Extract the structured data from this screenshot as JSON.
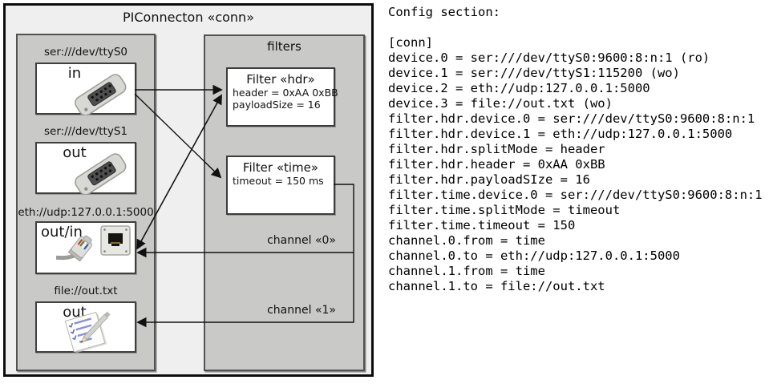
{
  "diagram": {
    "title": "PIConnecton «conn»",
    "devices": [
      {
        "uri": "ser:///dev/ttyS0",
        "port": "in",
        "icon": "serial-port-icon"
      },
      {
        "uri": "ser:///dev/ttyS1",
        "port": "out",
        "icon": "serial-port-icon"
      },
      {
        "uri": "eth://udp:127.0.0.1:5000",
        "port": "out/in",
        "icon": "ethernet-port-icon"
      },
      {
        "uri": "file://out.txt",
        "port": "out",
        "icon": "notepad-icon"
      }
    ],
    "filters_panel_label": "filters",
    "filters": [
      {
        "title": "Filter «hdr»",
        "attrs": [
          "header = 0xAA 0xBB",
          "payloadSize = 16"
        ]
      },
      {
        "title": "Filter «time»",
        "attrs": [
          "timeout = 150 ms"
        ]
      }
    ],
    "channels": [
      {
        "label": "channel «0»"
      },
      {
        "label": "channel «1»"
      }
    ]
  },
  "config": {
    "heading": "Config section:",
    "lines": [
      "[conn]",
      "device.0 = ser:///dev/ttyS0:9600:8:n:1 (ro)",
      "device.1 = ser:///dev/ttyS1:115200 (wo)",
      "device.2 = eth://udp:127.0.0.1:5000",
      "device.3 = file://out.txt (wo)",
      "filter.hdr.device.0 = ser:///dev/ttyS0:9600:8:n:1",
      "filter.hdr.device.1 = eth://udp:127.0.0.1:5000",
      "filter.hdr.splitMode = header",
      "filter.hdr.header = 0xAA 0xBB",
      "filter.hdr.payloadSIze = 16",
      "filter.time.device.0 = ser:///dev/ttyS0:9600:8:n:1",
      "filter.time.splitMode = timeout",
      "filter.time.timeout = 150",
      "channel.0.from = time",
      "channel.0.to = eth://udp:127.0.0.1:5000",
      "channel.1.from = time",
      "channel.1.to = file://out.txt"
    ]
  },
  "colors": {
    "diagram_bg": "#eeefee",
    "panel_bg": "#c9cac8",
    "box_bg": "#ffffff",
    "border_dark": "#0c0c0c",
    "line_color": "#111111",
    "text_color": "#111111"
  }
}
